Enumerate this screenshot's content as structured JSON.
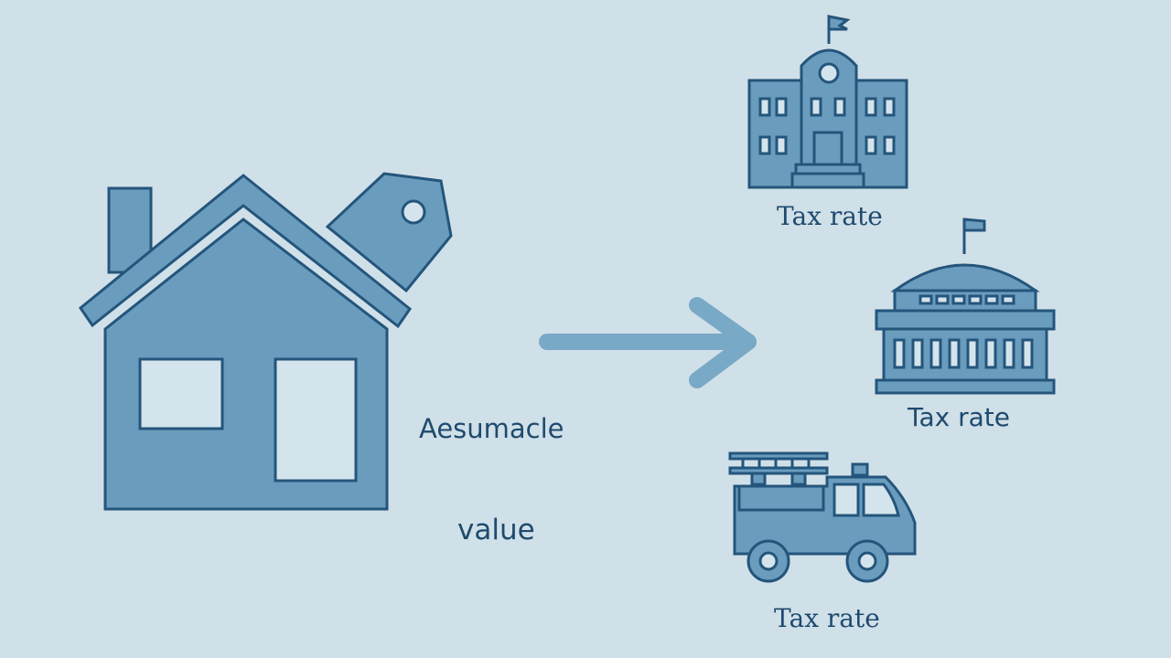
{
  "colors": {
    "background": "#d0e0e8",
    "icon_fill": "#6a9dbd",
    "icon_stroke": "#24557c",
    "window_fill": "#d4e4ec",
    "arrow": "#78a9c6",
    "text": "#1f4a6e"
  },
  "labels": {
    "assessed": "Aesumacle",
    "value": "value"
  },
  "recipients": [
    {
      "icon": "school-building-icon",
      "label": "Tax rate"
    },
    {
      "icon": "government-building-icon",
      "label": "Tax rate"
    },
    {
      "icon": "fire-truck-icon",
      "label": "Tax rate"
    }
  ],
  "icons": {
    "house": "house-icon",
    "tag": "price-tag-icon",
    "arrow": "arrow-right-icon"
  }
}
